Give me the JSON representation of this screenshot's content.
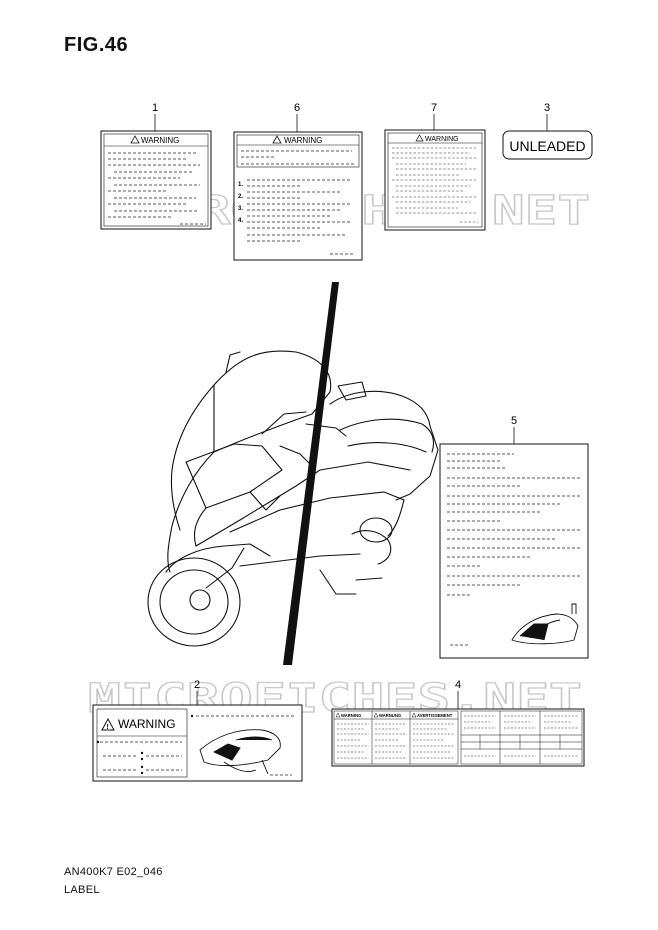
{
  "figure": {
    "title": "FIG.46"
  },
  "footer": {
    "model_code": "AN400K7 E02_046",
    "section": "LABEL"
  },
  "watermark": {
    "text": "MICROFICHES.NET"
  },
  "callouts": [
    {
      "number": "1",
      "label_text": "WARNING"
    },
    {
      "number": "6",
      "label_text": "WARNING"
    },
    {
      "number": "7",
      "label_text": "WARNING"
    },
    {
      "number": "3",
      "label_text": "UNLEADED"
    },
    {
      "number": "5",
      "label_text": ""
    },
    {
      "number": "2",
      "label_text": "WARNING"
    },
    {
      "number": "4",
      "label_text": ""
    }
  ],
  "label_6_steps": [
    "1.",
    "2.",
    "3.",
    "4."
  ],
  "label_4_headers": [
    "WARNING",
    "WARNUNG",
    "AVERTISSEMENT"
  ],
  "icons": [
    "warning-triangle-icon"
  ]
}
